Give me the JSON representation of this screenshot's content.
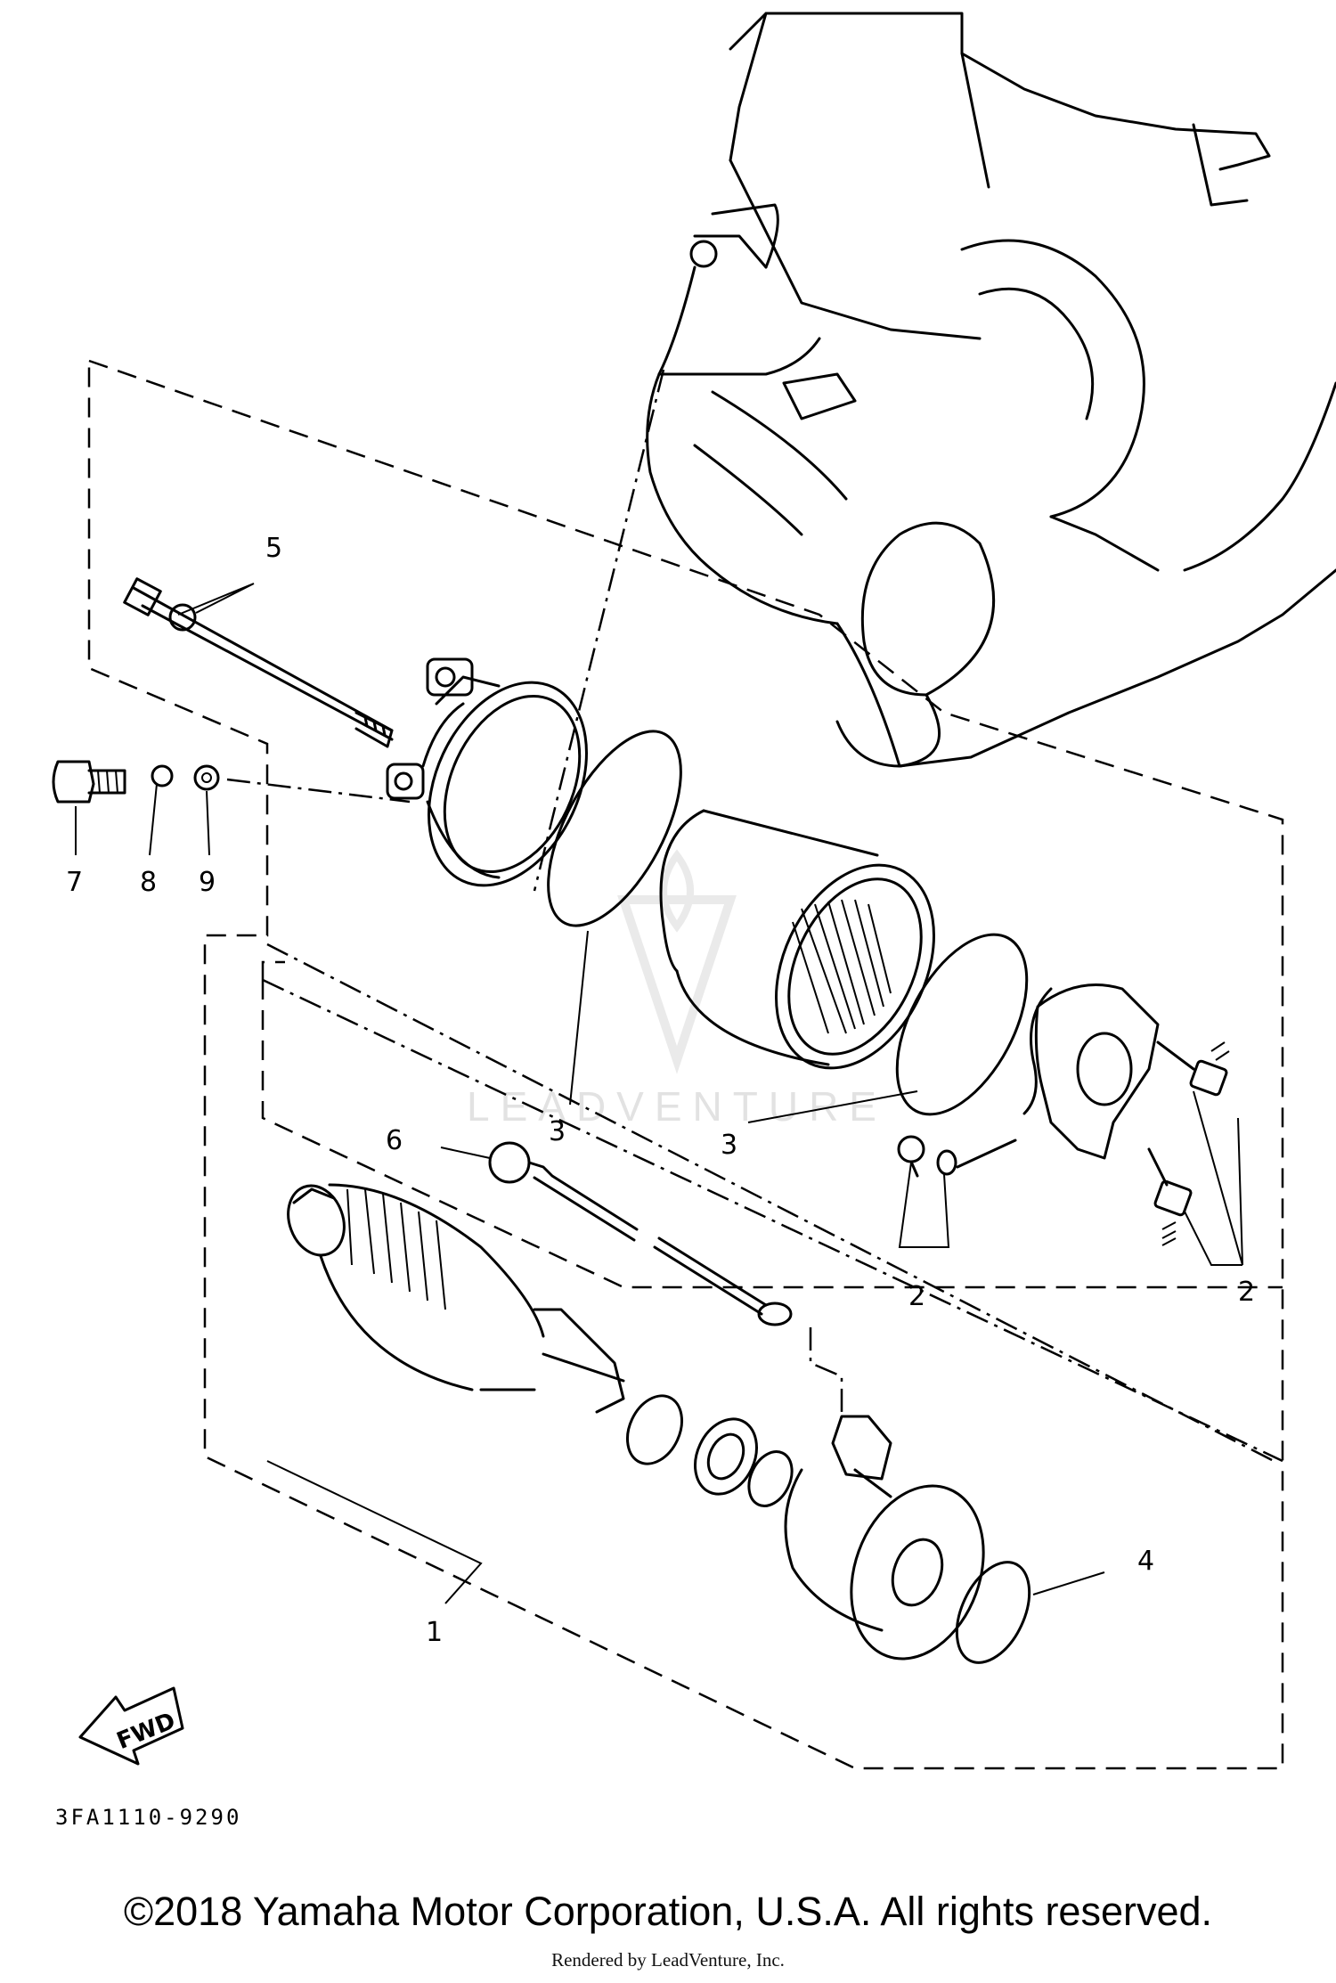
{
  "callouts": {
    "c1": "1",
    "c2a": "2",
    "c2b": "2",
    "c3a": "3",
    "c3b": "3",
    "c4": "4",
    "c5": "5",
    "c6": "6",
    "c7": "7",
    "c8": "8",
    "c9": "9"
  },
  "fwd_label": "FWD",
  "diagram_code": "3FA1110-9290",
  "watermark": "LEADVENTURE",
  "copyright": "©2018 Yamaha Motor Corporation, U.S.A. All rights reserved.",
  "rendered_by": "Rendered by LeadVenture, Inc."
}
